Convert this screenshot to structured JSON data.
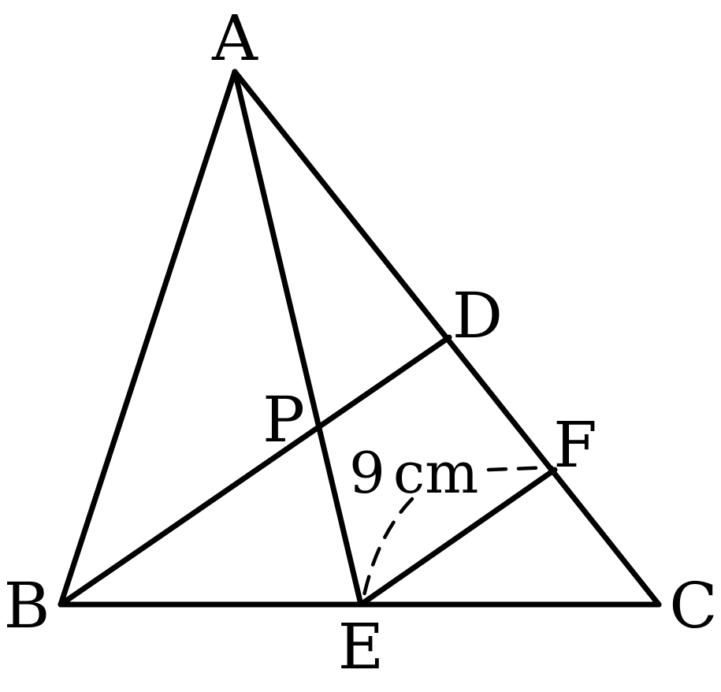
{
  "points": {
    "A": "A",
    "B": "B",
    "C": "C",
    "D": "D",
    "E": "E",
    "F": "F",
    "P": "P"
  },
  "measurement": {
    "value": "9",
    "unit": "cm"
  }
}
